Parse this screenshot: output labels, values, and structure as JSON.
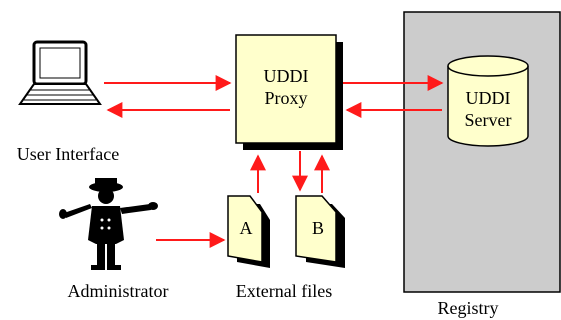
{
  "nodes": {
    "proxy": {
      "line1": "UDDI",
      "line2": "Proxy"
    },
    "server": {
      "line1": "UDDI",
      "line2": "Server"
    },
    "file_a": {
      "label": "A"
    },
    "file_b": {
      "label": "B"
    }
  },
  "labels": {
    "user_interface": "User Interface",
    "administrator": "Administrator",
    "external_files": "External files",
    "registry": "Registry"
  },
  "icons": {
    "laptop": "laptop-icon",
    "administrator": "police-officer-icon",
    "database": "database-cylinder-icon",
    "document": "document-icon"
  },
  "colors": {
    "arrow": "#ff1a1a",
    "node_fill": "#ffffcc",
    "registry_fill": "#cccccc",
    "shadow": "#000000"
  }
}
